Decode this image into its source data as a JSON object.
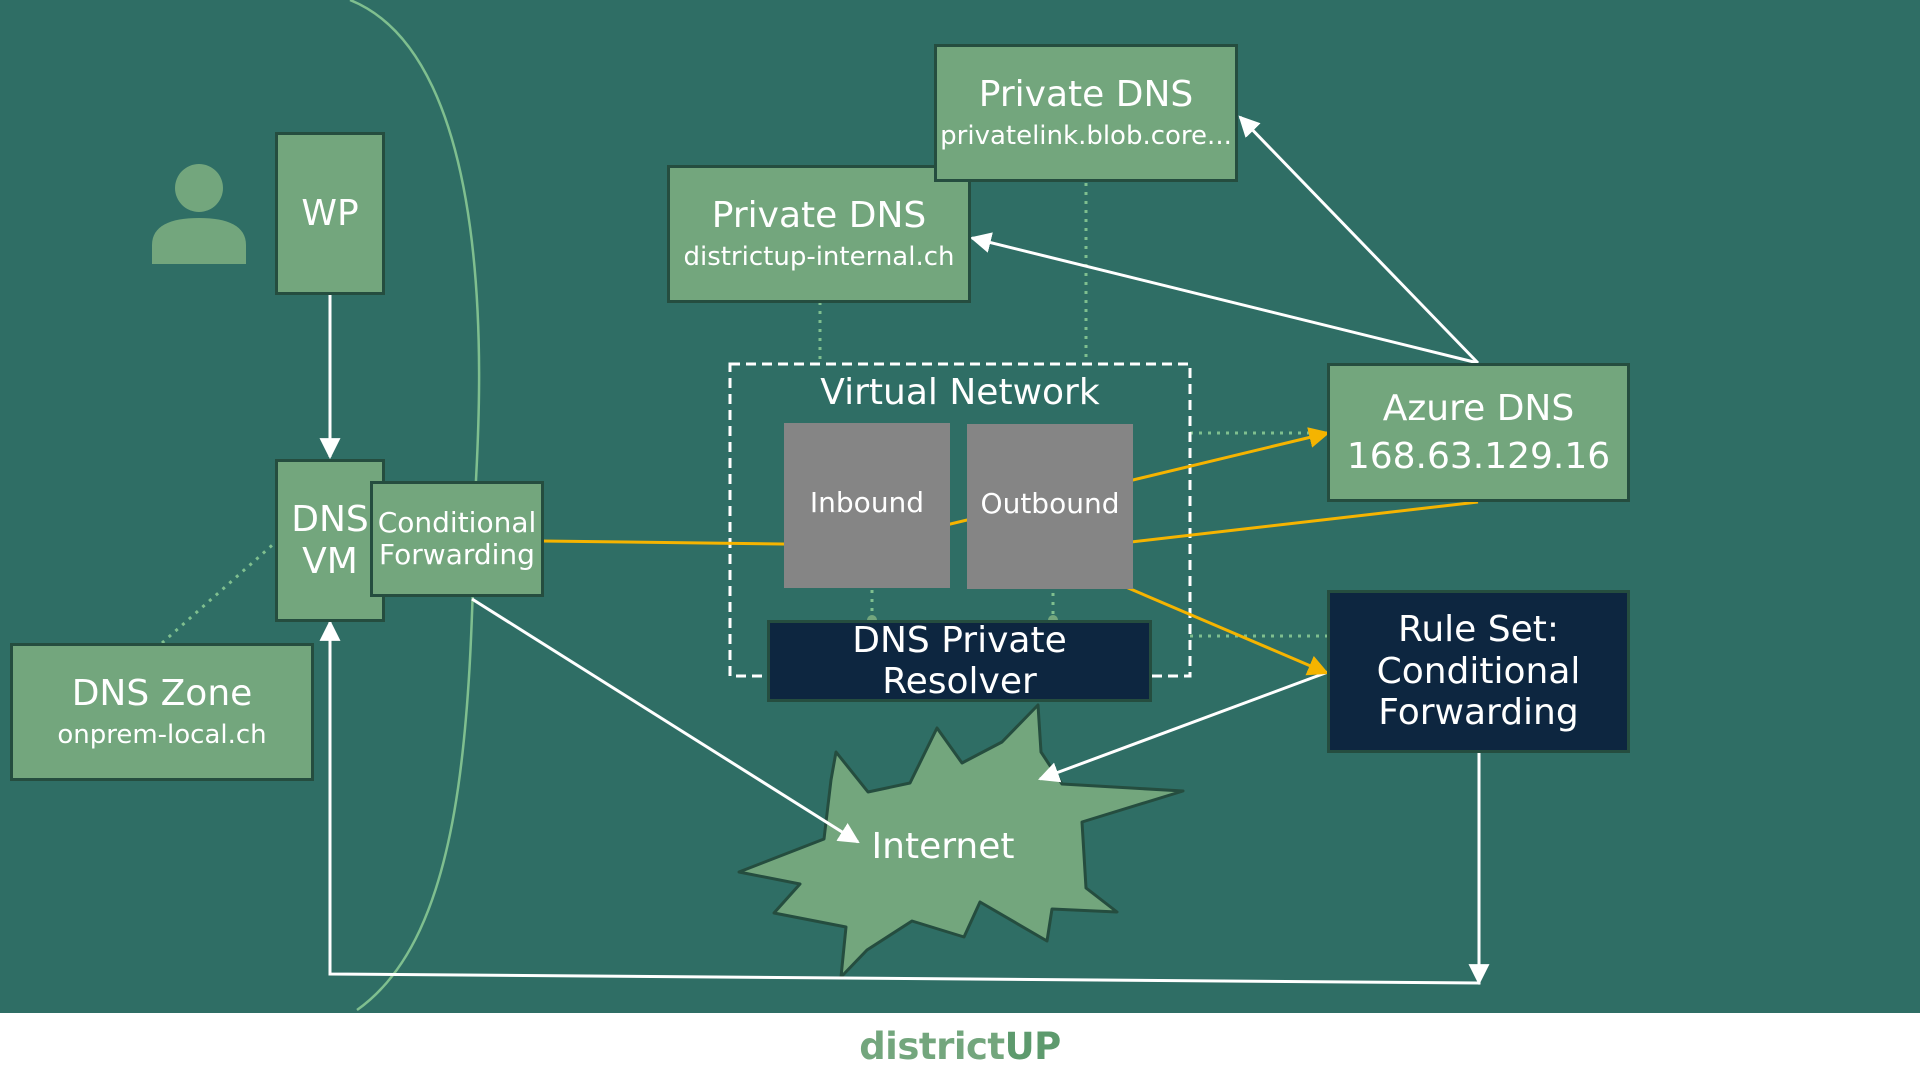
{
  "colors": {
    "background": "#2F6E65",
    "box_green": "#73A67D",
    "box_navy": "#0D2640",
    "box_gray": "#858585",
    "arrow_white": "#ffffff",
    "arrow_yellow": "#F5B400",
    "dotted_link": "#7FBF8F"
  },
  "icons": {
    "user": "user-icon"
  },
  "nodes": {
    "wp": {
      "label": "WP"
    },
    "dns_vm": {
      "line1": "DNS",
      "line2": "VM"
    },
    "conditional_forwarding": {
      "line1": "Conditional",
      "line2": "Forwarding"
    },
    "dns_zone": {
      "title": "DNS Zone",
      "subtitle": "onprem-local.ch"
    },
    "private_dns_internal": {
      "title": "Private DNS",
      "subtitle": "districtup-internal.ch"
    },
    "private_dns_blob": {
      "title": "Private DNS",
      "subtitle": "privatelink.blob.core..."
    },
    "virtual_network": {
      "label": "Virtual Network"
    },
    "inbound": {
      "label": "Inbound"
    },
    "outbound": {
      "label": "Outbound"
    },
    "dns_private_resolver": {
      "label": "DNS Private Resolver"
    },
    "azure_dns": {
      "title": "Azure DNS",
      "subtitle": "168.63.129.16"
    },
    "rule_set": {
      "line1": "Rule Set:",
      "line2": "Conditional",
      "line3": "Forwarding"
    },
    "internet": {
      "label": "Internet"
    }
  },
  "footer": {
    "brand_part1": "district",
    "brand_part2": "UP"
  }
}
